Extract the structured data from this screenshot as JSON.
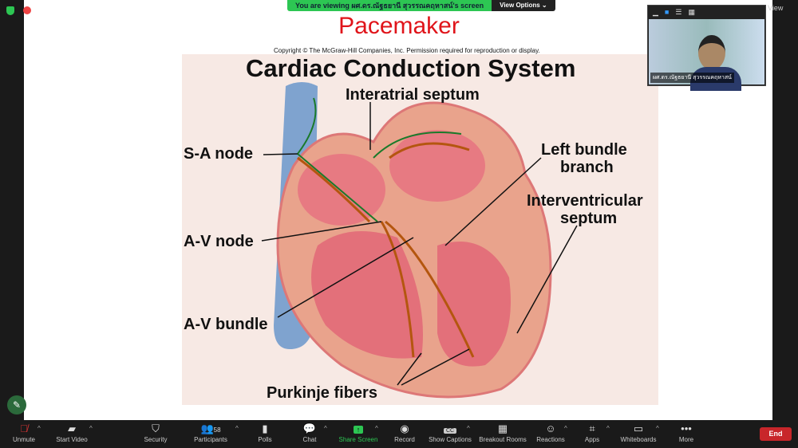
{
  "banner": {
    "message": "You are viewing ผศ.ดร.ณัฐธยานี สุวรรณคฤหาสน์'s screen",
    "view_options": "View Options"
  },
  "slide": {
    "title": "Pacemaker",
    "copyright": "Copyright © The McGraw-Hill Companies, Inc. Permission required for reproduction or display.",
    "figure_title": "Cardiac Conduction System",
    "labels": {
      "interatrial": "Interatrial septum",
      "sa": "S-A node",
      "lbb1": "Left bundle",
      "lbb2": "branch",
      "iv1": "Interventricular",
      "iv2": "septum",
      "av": "A-V node",
      "avb": "A-V bundle",
      "purkinje": "Purkinje fibers"
    }
  },
  "video": {
    "name": "ผศ.ดร.ณัฐธยานี สุวรรณคฤหาสน์",
    "view": "View"
  },
  "toolbar": {
    "unmute": "Unmute",
    "start_video": "Start Video",
    "security": "Security",
    "participants": "Participants",
    "participants_count": "58",
    "polls": "Polls",
    "chat": "Chat",
    "share": "Share Screen",
    "record": "Record",
    "captions": "Show Captions",
    "captions_icon": "CC",
    "breakout": "Breakout Rooms",
    "reactions": "Reactions",
    "apps": "Apps",
    "whiteboards": "Whiteboards",
    "more": "More",
    "end": "End"
  }
}
